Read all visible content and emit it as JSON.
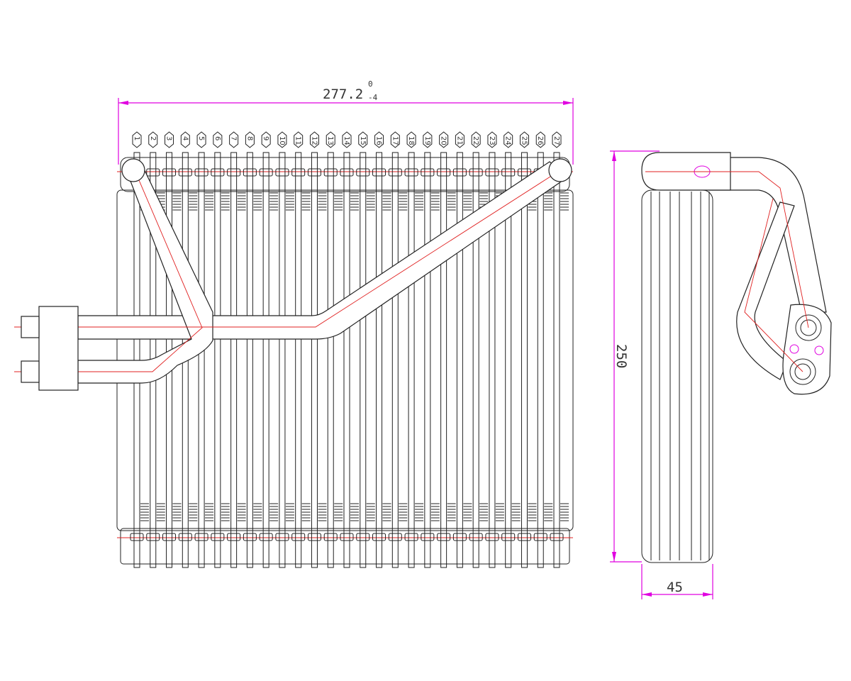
{
  "drawing": {
    "width_dimension": {
      "value": "277.2",
      "tol_upper": "0",
      "tol_lower": "-4"
    },
    "height_dimension": {
      "value": "250"
    },
    "depth_dimension": {
      "value": "45"
    },
    "tube_labels": [
      "1",
      "2",
      "3",
      "4",
      "5",
      "6",
      "7",
      "8",
      "9",
      "10",
      "11",
      "12",
      "13",
      "14",
      "15",
      "16",
      "17",
      "18",
      "19",
      "20",
      "21",
      "22",
      "23",
      "24",
      "25",
      "26",
      "27"
    ],
    "colors": {
      "dimension": "#e000e0",
      "centerline": "#e02020",
      "outline": "#222222"
    }
  }
}
